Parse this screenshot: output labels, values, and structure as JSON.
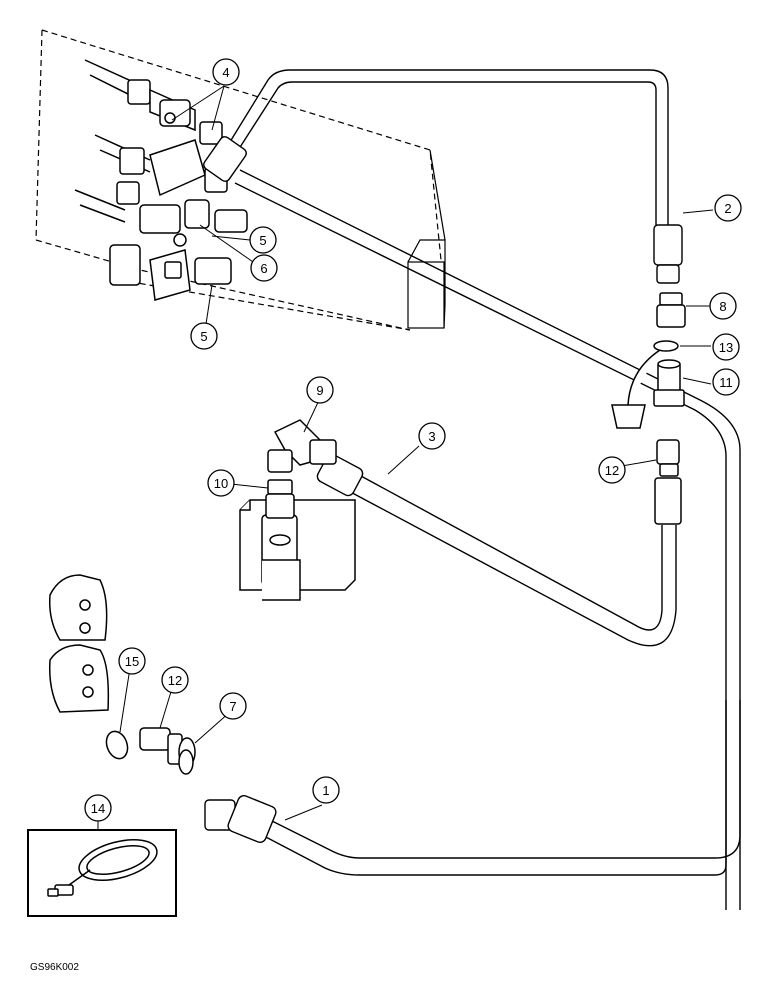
{
  "figure_code": "GS96K002",
  "callouts": [
    {
      "id": "c1",
      "label": "1"
    },
    {
      "id": "c2",
      "label": "2"
    },
    {
      "id": "c3",
      "label": "3"
    },
    {
      "id": "c4",
      "label": "4"
    },
    {
      "id": "c5a",
      "label": "5"
    },
    {
      "id": "c5b",
      "label": "5"
    },
    {
      "id": "c6",
      "label": "6"
    },
    {
      "id": "c7",
      "label": "7"
    },
    {
      "id": "c8",
      "label": "8"
    },
    {
      "id": "c9",
      "label": "9"
    },
    {
      "id": "c10",
      "label": "10"
    },
    {
      "id": "c11",
      "label": "11"
    },
    {
      "id": "c12a",
      "label": "12"
    },
    {
      "id": "c12b",
      "label": "12"
    },
    {
      "id": "c13",
      "label": "13"
    },
    {
      "id": "c14",
      "label": "14"
    },
    {
      "id": "c15",
      "label": "15"
    }
  ]
}
